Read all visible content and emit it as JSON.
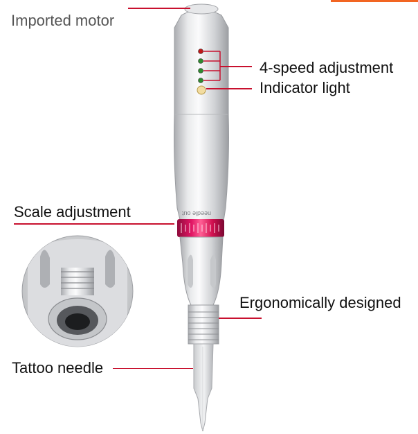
{
  "labels": {
    "imported_motor": "Imported motor",
    "speed_adjustment": "4-speed adjustment",
    "indicator_light": "Indicator light",
    "scale_adjustment": "Scale adjustment",
    "ergonomic": "Ergonomically designed",
    "tattoo_needle": "Tattoo needle"
  },
  "ring_text": "needle  out",
  "colors": {
    "leader_line": "#c8102e",
    "accent_bar": "#f26522",
    "ring": "#e01563",
    "body_silver": "#d9dadc",
    "text": "#111111"
  },
  "icons": [
    "led-red-icon",
    "led-green-icon",
    "led-green-icon",
    "led-green-icon",
    "indicator-light-icon"
  ]
}
